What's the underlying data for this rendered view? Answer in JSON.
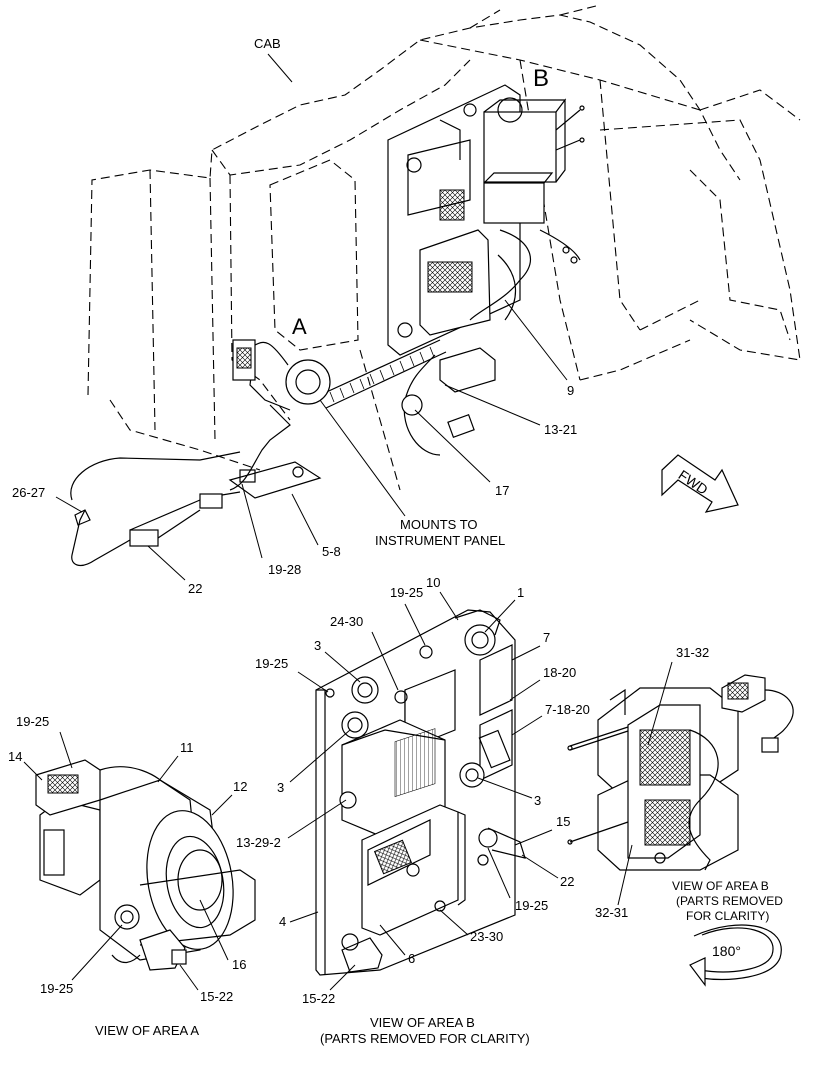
{
  "labels": {
    "cab": "CAB",
    "area_a_marker": "A",
    "area_b_marker": "B",
    "fwd": "FWD",
    "mounts_to_line1": "MOUNTS TO",
    "mounts_to_line2": "INSTRUMENT PANEL",
    "view_area_a": "VIEW OF AREA  A",
    "view_area_b_line1": "VIEW OF AREA  B",
    "view_area_b_line2": "(PARTS REMOVED FOR CLARITY)",
    "view_area_b_right_line1": "VIEW OF AREA  B",
    "view_area_b_right_line2": "(PARTS REMOVED",
    "view_area_b_right_line3": "FOR CLARITY)",
    "rotation": "180°"
  },
  "callouts": {
    "c9": "9",
    "c13_21": "13-21",
    "c17": "17",
    "c26_27": "26-27",
    "c22_top": "22",
    "c19_28": "19-28",
    "c5_8": "5-8",
    "c10": "10",
    "c1": "1",
    "c19_25_mid": "19-25",
    "c24_30": "24-30",
    "c7": "7",
    "c3_a": "3",
    "c18_20": "18-20",
    "c19_25_left": "19-25",
    "c7_18_20": "7-18-20",
    "c3_b": "3",
    "c3_c": "3",
    "c13_29_2": "13-29-2",
    "c15_mid": "15",
    "c22_mid": "22",
    "c19_25_low": "19-25",
    "c4": "4",
    "c23_30": "23-30",
    "c6": "6",
    "c15_22_mid": "15-22",
    "c31_32": "31-32",
    "c32_31": "32-31",
    "c19_25_a": "19-25",
    "c14": "14",
    "c11": "11",
    "c12": "12",
    "c16": "16",
    "c19_25_a_low": "19-25",
    "c15_22_a": "15-22"
  }
}
